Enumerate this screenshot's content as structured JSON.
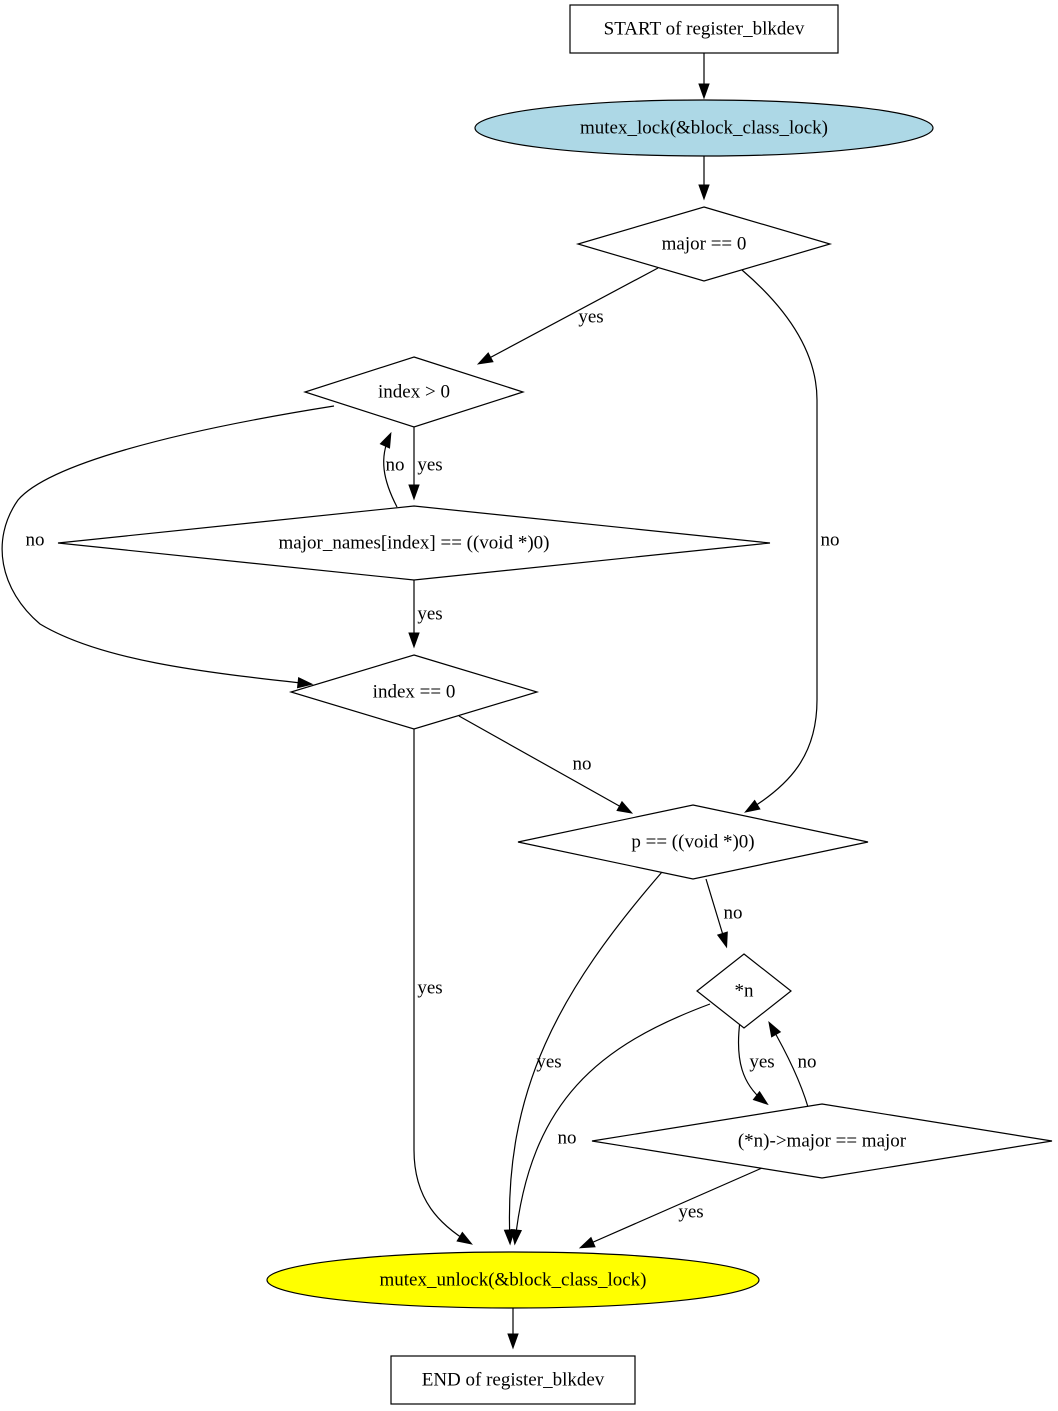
{
  "diagram": {
    "nodes": {
      "start": {
        "label": "START of register_blkdev",
        "shape": "box",
        "fill": "#ffffff"
      },
      "lock": {
        "label": "mutex_lock(&block_class_lock)",
        "shape": "ellipse",
        "fill": "#add8e6"
      },
      "d_major": {
        "label": "major == 0",
        "shape": "diamond",
        "fill": "#ffffff"
      },
      "d_index_gt": {
        "label": "index > 0",
        "shape": "diamond",
        "fill": "#ffffff"
      },
      "d_names": {
        "label": "major_names[index] == ((void *)0)",
        "shape": "diamond",
        "fill": "#ffffff"
      },
      "d_index_eq": {
        "label": "index == 0",
        "shape": "diamond",
        "fill": "#ffffff"
      },
      "d_p": {
        "label": "p == ((void *)0)",
        "shape": "diamond",
        "fill": "#ffffff"
      },
      "d_n": {
        "label": "*n",
        "shape": "diamond",
        "fill": "#ffffff"
      },
      "d_nmajor": {
        "label": "(*n)->major == major",
        "shape": "diamond",
        "fill": "#ffffff"
      },
      "unlock": {
        "label": "mutex_unlock(&block_class_lock)",
        "shape": "ellipse",
        "fill": "#ffff00"
      },
      "end": {
        "label": "END of register_blkdev",
        "shape": "box",
        "fill": "#ffffff"
      }
    },
    "edges": [
      {
        "from": "start",
        "to": "lock",
        "label": ""
      },
      {
        "from": "lock",
        "to": "d_major",
        "label": ""
      },
      {
        "from": "d_major",
        "to": "d_index_gt",
        "label": "yes"
      },
      {
        "from": "d_major",
        "to": "d_p",
        "label": "no"
      },
      {
        "from": "d_index_gt",
        "to": "d_names",
        "label": "yes"
      },
      {
        "from": "d_index_gt",
        "to": "d_index_eq",
        "label": "no"
      },
      {
        "from": "d_names",
        "to": "d_index_gt",
        "label": "no"
      },
      {
        "from": "d_names",
        "to": "d_index_eq",
        "label": "yes"
      },
      {
        "from": "d_index_eq",
        "to": "d_p",
        "label": "no"
      },
      {
        "from": "d_index_eq",
        "to": "unlock",
        "label": "yes"
      },
      {
        "from": "d_p",
        "to": "d_n",
        "label": "no"
      },
      {
        "from": "d_p",
        "to": "unlock",
        "label": "yes"
      },
      {
        "from": "d_n",
        "to": "d_nmajor",
        "label": "yes"
      },
      {
        "from": "d_n",
        "to": "unlock",
        "label": "no"
      },
      {
        "from": "d_nmajor",
        "to": "d_n",
        "label": "no"
      },
      {
        "from": "d_nmajor",
        "to": "unlock",
        "label": "yes"
      },
      {
        "from": "unlock",
        "to": "end",
        "label": ""
      }
    ]
  }
}
